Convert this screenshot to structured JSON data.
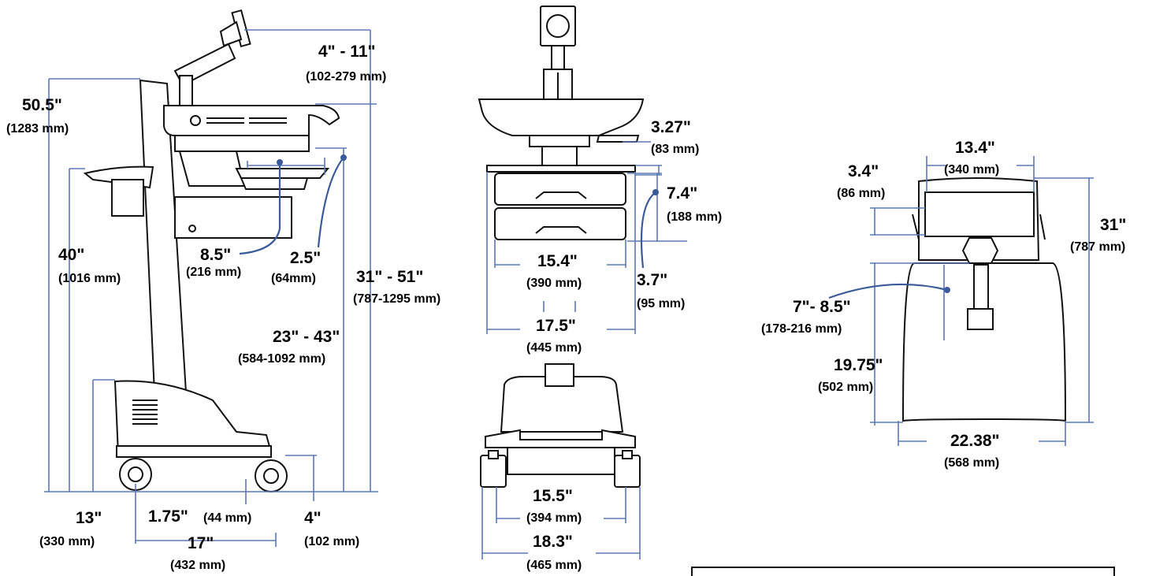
{
  "side_view": {
    "arm_reach": {
      "value": "4\" - 11\"",
      "metric": "(102-279 mm)"
    },
    "overall_height": {
      "value": "50.5\"",
      "metric": "(1283 mm)"
    },
    "handle_height": {
      "value": "40\"",
      "metric": "(1016 mm)"
    },
    "keyboard_depth": {
      "value": "8.5\"",
      "metric": "(216 mm)"
    },
    "keyboard_drop": {
      "value": "2.5\"",
      "metric": "(64mm)"
    },
    "worksurface_height": {
      "value": "31\" - 51\"",
      "metric": "(787-1295 mm)"
    },
    "keyboard_height": {
      "value": "23\" - 43\"",
      "metric": "(584-1092 mm)"
    },
    "base_height": {
      "value": "13\"",
      "metric": "(330 mm)"
    },
    "caster_offset": {
      "value": "1.75\"",
      "metric": "(44 mm)"
    },
    "wheelbase": {
      "value": "17\"",
      "metric": "(432 mm)"
    },
    "foot_clearance": {
      "value": "4\"",
      "metric": "(102 mm)"
    }
  },
  "front_view": {
    "worksurface_thickness": {
      "value": "3.27\"",
      "metric": "(83 mm)"
    },
    "drawer_height": {
      "value": "7.4\"",
      "metric": "(188 mm)"
    },
    "drawer_single": {
      "value": "3.7\"",
      "metric": "(95 mm)"
    },
    "drawer_width": {
      "value": "15.4\"",
      "metric": "(390 mm)"
    },
    "cabinet_width": {
      "value": "17.5\"",
      "metric": "(445 mm)"
    },
    "inner_wheel_width": {
      "value": "15.5\"",
      "metric": "(394 mm)"
    },
    "outer_wheel_width": {
      "value": "18.3\"",
      "metric": "(465 mm)"
    }
  },
  "top_view": {
    "shelf_width": {
      "value": "13.4\"",
      "metric": "(340 mm)"
    },
    "shelf_depth": {
      "value": "3.4\"",
      "metric": "(86 mm)"
    },
    "overall_depth": {
      "value": "31\"",
      "metric": "(787 mm)"
    },
    "column_offset": {
      "value": "7\"- 8.5\"",
      "metric": "(178-216 mm)"
    },
    "base_depth": {
      "value": "19.75\"",
      "metric": "(502 mm)"
    },
    "base_width": {
      "value": "22.38\"",
      "metric": "(568 mm)"
    }
  },
  "colors": {
    "dimension_line": "#5b7ab5",
    "outline": "#111111",
    "text": "#000000"
  }
}
